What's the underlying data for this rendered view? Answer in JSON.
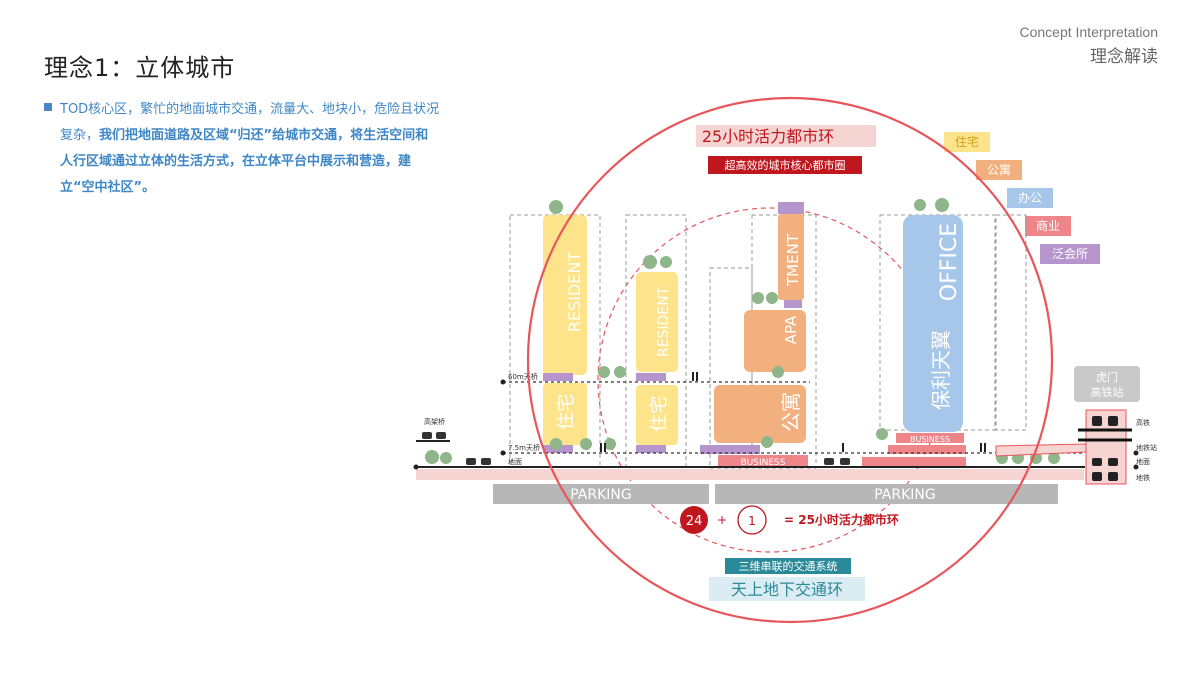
{
  "header": {
    "title": "理念1：立体城市",
    "concept_en": "Concept Interpretation",
    "concept_cn": "理念解读"
  },
  "description": {
    "part1": "TOD核心区，繁忙的地面城市交通，流量大、地块小，危险且状况复杂，",
    "part2": "我们把地面道路及区域“归还”给城市交通，将生活空间和人行区域通过立体的生活方式，在立体平台中展示和营造，建立“空中社区”。"
  },
  "diagram": {
    "top_banner": "25小时活力都市环",
    "sub_banner": "超高效的城市核心都市圈",
    "legend": [
      "住宅",
      "公寓",
      "办公",
      "商业",
      "泛会所"
    ],
    "buildings": {
      "resident1_en": "RESIDENT",
      "resident1_cn": "住宅",
      "resident2_en": "RESIDENT",
      "resident2_cn": "住宅",
      "apt_top": "TMENT",
      "apt_mid": "APA",
      "apt_cn": "公寓",
      "office_en": "OFFICE",
      "office_cn": "保利天翼"
    },
    "levels": {
      "l60": "60m天桥",
      "l75": "7.5m天桥",
      "ground": "地面",
      "viaduct": "高架桥"
    },
    "business": [
      "BUSINESS",
      "BUSINESS"
    ],
    "parking": [
      "PARKING",
      "PARKING"
    ],
    "station": {
      "name_line1": "虎门",
      "name_line2": "高铁站",
      "labels": [
        "高铁",
        "地铁站",
        "地面",
        "地铁"
      ]
    },
    "formula": {
      "a": "24",
      "plus": "+",
      "b": "1",
      "result": "= 25小时活力都市环"
    },
    "bottom_sub": "三维串联的交通系统",
    "bottom_main": "天上地下交通环"
  },
  "colors": {
    "resident": "#fde38a",
    "apartment": "#f2b07e",
    "office": "#a6c7e9",
    "business": "#ee8589",
    "club": "#b695cc",
    "ring": "#e8555a",
    "accent_blue": "#3f87c6",
    "dark_red": "#c0171f",
    "teal": "#2a8a9a"
  }
}
